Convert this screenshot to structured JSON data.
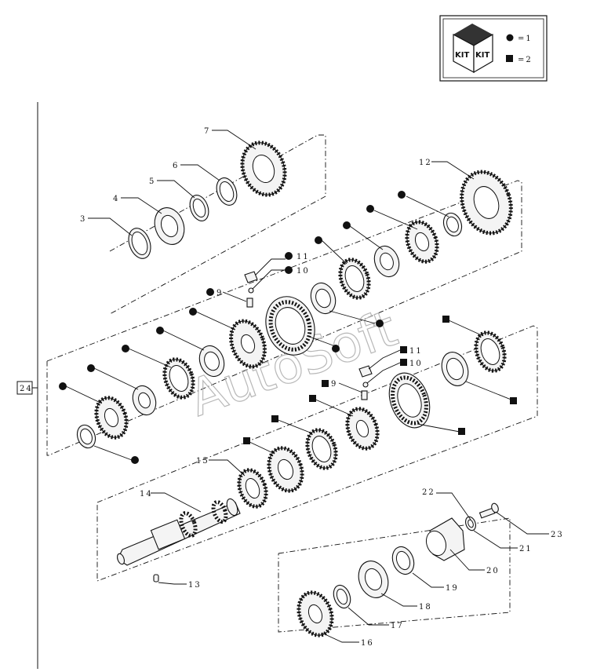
{
  "kit_legend": {
    "icon": "kit-box-icon",
    "kit_label": "KIT",
    "entries": [
      {
        "marker": "circle",
        "text": "=1"
      },
      {
        "marker": "square",
        "text": "=2"
      }
    ]
  },
  "section_ref": "24",
  "watermark": "AutoSoft",
  "callouts": {
    "c3": "3",
    "c4": "4",
    "c5": "5",
    "c6": "6",
    "c7": "7",
    "c9a": "9",
    "c9b": "9",
    "c10a": "10",
    "c10b": "10",
    "c11a": "11",
    "c11b": "11",
    "c12": "12",
    "c13": "13",
    "c14": "14",
    "c15": "15",
    "c16": "16",
    "c17": "17",
    "c18": "18",
    "c19": "19",
    "c20": "20",
    "c21": "21",
    "c22": "22",
    "c23": "23"
  }
}
